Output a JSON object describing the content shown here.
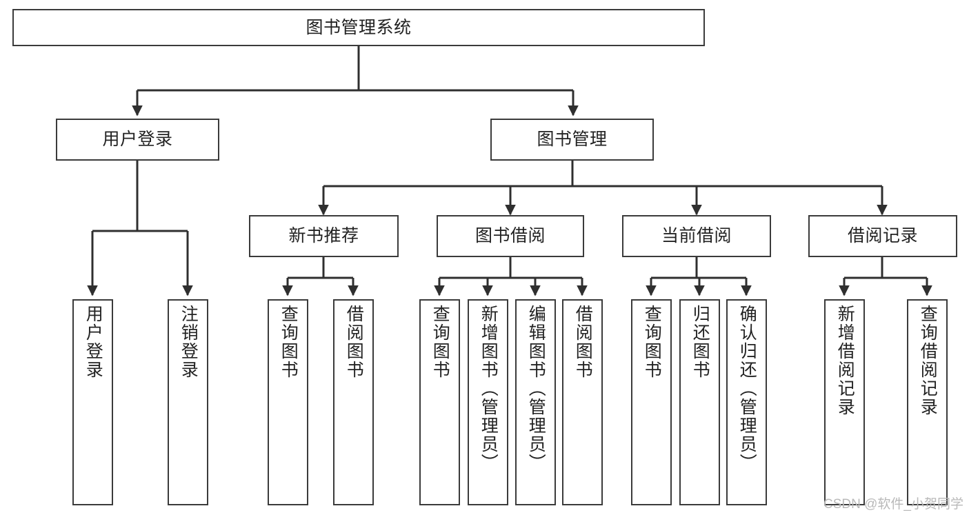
{
  "diagram": {
    "type": "tree-hierarchy",
    "title": "图书管理系统",
    "watermark": "CSDN @软件_小贺同学",
    "colors": {
      "box_border": "#3a3a3a",
      "box_fill": "#ffffff",
      "connector": "#2f2f2f",
      "text": "#222222",
      "watermark": "#b9b9b9"
    },
    "root": {
      "label": "图书管理系统",
      "orientation": "horizontal"
    },
    "level2": [
      {
        "label": "用户登录",
        "orientation": "horizontal"
      },
      {
        "label": "图书管理",
        "orientation": "horizontal"
      }
    ],
    "level3": [
      {
        "label": "新书推荐",
        "orientation": "horizontal",
        "parent": "图书管理"
      },
      {
        "label": "图书借阅",
        "orientation": "horizontal",
        "parent": "图书管理"
      },
      {
        "label": "当前借阅",
        "orientation": "horizontal",
        "parent": "图书管理"
      },
      {
        "label": "借阅记录",
        "orientation": "horizontal",
        "parent": "图书管理"
      }
    ],
    "leaves": {
      "用户登录": [
        {
          "label": "用户登录",
          "orientation": "vertical"
        },
        {
          "label": "注销登录",
          "orientation": "vertical"
        }
      ],
      "新书推荐": [
        {
          "label": "查询图书",
          "orientation": "vertical"
        },
        {
          "label": "借阅图书",
          "orientation": "vertical"
        }
      ],
      "图书借阅": [
        {
          "label": "查询图书",
          "orientation": "vertical"
        },
        {
          "label": "新增图书（管理员）",
          "orientation": "vertical"
        },
        {
          "label": "编辑图书（管理员）",
          "orientation": "vertical"
        },
        {
          "label": "借阅图书",
          "orientation": "vertical"
        }
      ],
      "当前借阅": [
        {
          "label": "查询图书",
          "orientation": "vertical"
        },
        {
          "label": "归还图书",
          "orientation": "vertical"
        },
        {
          "label": "确认归还（管理员）",
          "orientation": "vertical"
        }
      ],
      "借阅记录": [
        {
          "label": "新增借阅记录",
          "orientation": "vertical"
        },
        {
          "label": "查询借阅记录",
          "orientation": "vertical"
        }
      ]
    }
  }
}
